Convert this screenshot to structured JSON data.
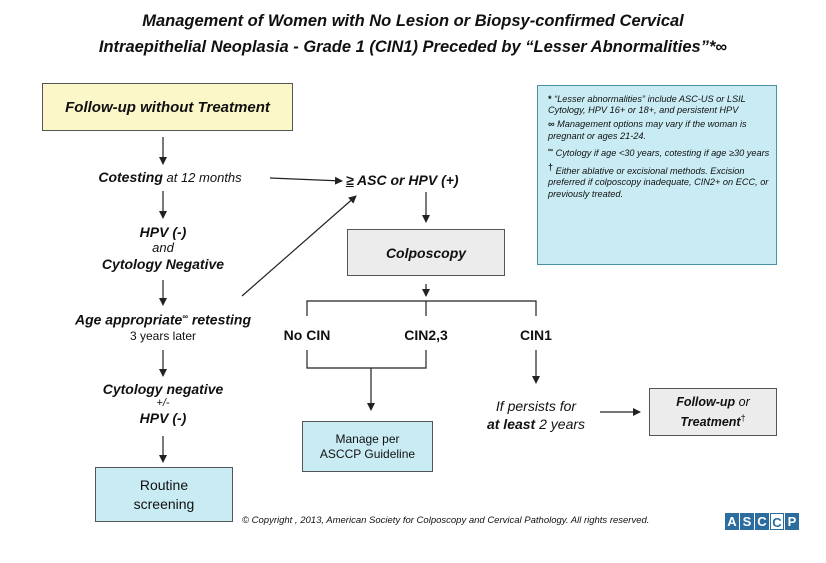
{
  "title": {
    "line1": "Management of Women with No Lesion or Biopsy-confirmed Cervical",
    "line2": "Intraepithelial Neoplasia - Grade 1 (CIN1) Preceded by “Lesser Abnormalities”*∞"
  },
  "nodes": {
    "followup_no_treatment": "Follow-up without Treatment",
    "cotesting_bold": "Cotesting",
    "cotesting_rest": " at 12 months",
    "hpv_neg_1": "HPV (-)",
    "and": "and",
    "cytology_negative": "Cytology Negative",
    "age_retesting_a": "Age appropriate",
    "age_retesting_sup": "∞",
    "age_retesting_b": " retesting",
    "three_years": "3 years later",
    "cytology_negative_2": "Cytology negative",
    "plus_minus": "+/-",
    "hpv_neg_2": "HPV (-)",
    "routine_screening_1": "Routine",
    "routine_screening_2": "screening",
    "asc_hpv_ge": "≥",
    "asc_hpv": " ASC or HPV (+)",
    "colposcopy": "Colposcopy",
    "no_cin": "No CIN",
    "cin23": "CIN2,3",
    "cin1": "CIN1",
    "manage_1": "Manage per",
    "manage_2": "ASCCP Guideline",
    "persists_1": "If persists for",
    "persists_2a": "at least",
    "persists_2b": " 2 years",
    "followup_or_a": "Follow-up",
    "followup_or_b": " or",
    "treatment": "Treatment",
    "treatment_sup": "†"
  },
  "notes": {
    "n1_sym": "*",
    "n1": "“Lesser abnormalities” include ASC-US or LSIL Cytology, HPV 16+ or 18+, and persistent HPV",
    "n2_sym": "∞",
    "n2": "Management options may vary if the woman is pregnant or ages 21-24.",
    "n3_sym": "∞",
    "n3": "Cytology if age <30 years, cotesting if age ≥30 years",
    "n4_sym": "†",
    "n4": "Either ablative or excisional methods. Excision preferred if colposcopy inadequate, CIN2+ on ECC, or previously treated."
  },
  "footer": "© Copyright , 2013, American Society for Colposcopy and Cervical Pathology.  All rights reserved.",
  "logo_letters": [
    "A",
    "S",
    "C",
    "C",
    "P"
  ]
}
